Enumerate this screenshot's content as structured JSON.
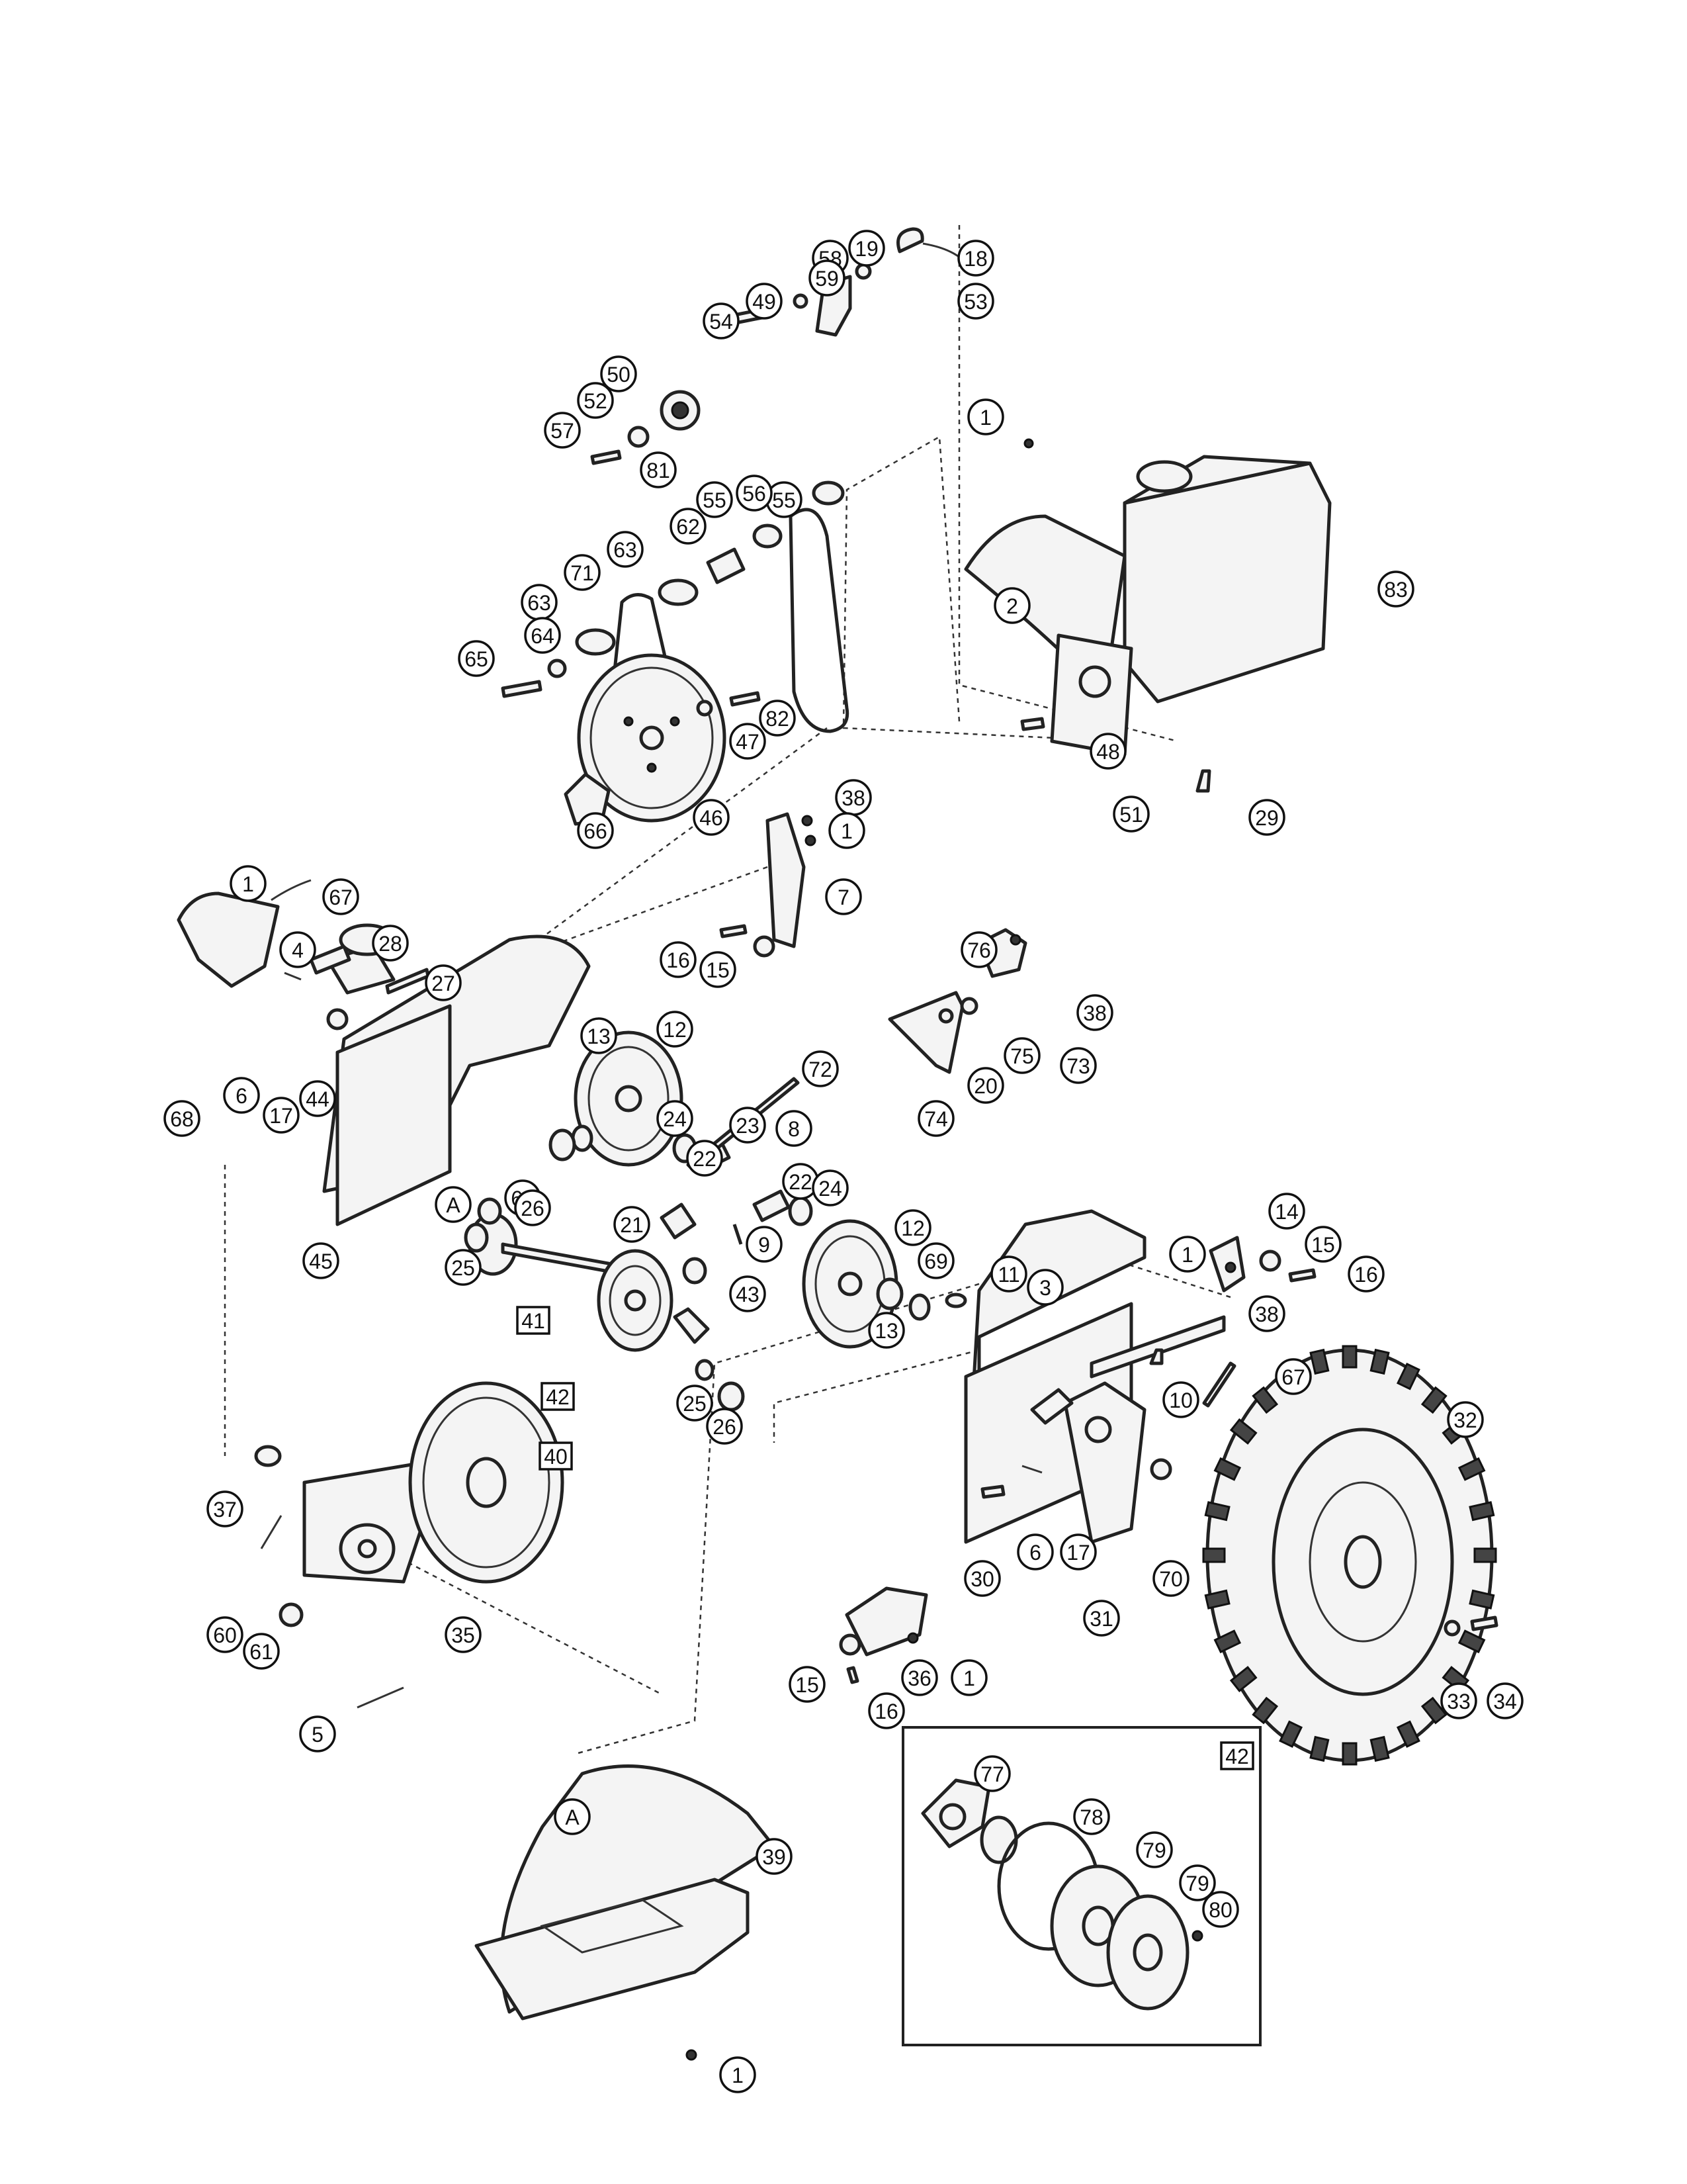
{
  "diagram": {
    "callouts": [
      {
        "label": "18"
      },
      {
        "label": "19"
      },
      {
        "label": "53"
      },
      {
        "label": "58"
      },
      {
        "label": "59"
      },
      {
        "label": "49"
      },
      {
        "label": "54"
      },
      {
        "label": "50"
      },
      {
        "label": "52"
      },
      {
        "label": "57"
      },
      {
        "label": "81"
      },
      {
        "label": "1"
      },
      {
        "label": "55"
      },
      {
        "label": "56"
      },
      {
        "label": "55"
      },
      {
        "label": "62"
      },
      {
        "label": "63"
      },
      {
        "label": "71"
      },
      {
        "label": "63"
      },
      {
        "label": "64"
      },
      {
        "label": "65"
      },
      {
        "label": "2"
      },
      {
        "label": "83"
      },
      {
        "label": "82"
      },
      {
        "label": "47"
      },
      {
        "label": "48"
      },
      {
        "label": "51"
      },
      {
        "label": "29"
      },
      {
        "label": "46"
      },
      {
        "label": "66"
      },
      {
        "label": "38"
      },
      {
        "label": "1"
      },
      {
        "label": "7"
      },
      {
        "label": "1"
      },
      {
        "label": "67"
      },
      {
        "label": "4"
      },
      {
        "label": "28"
      },
      {
        "label": "27"
      },
      {
        "label": "16"
      },
      {
        "label": "15"
      },
      {
        "label": "76"
      },
      {
        "label": "38"
      },
      {
        "label": "73"
      },
      {
        "label": "72"
      },
      {
        "label": "75"
      },
      {
        "label": "20"
      },
      {
        "label": "74"
      },
      {
        "label": "6"
      },
      {
        "label": "17"
      },
      {
        "label": "44"
      },
      {
        "label": "68"
      },
      {
        "label": "13"
      },
      {
        "label": "12"
      },
      {
        "label": "69"
      },
      {
        "label": "24"
      },
      {
        "label": "22"
      },
      {
        "label": "23"
      },
      {
        "label": "8"
      },
      {
        "label": "A"
      },
      {
        "label": "45"
      },
      {
        "label": "26"
      },
      {
        "label": "25"
      },
      {
        "label": "21"
      },
      {
        "label": "9"
      },
      {
        "label": "22"
      },
      {
        "label": "24"
      },
      {
        "label": "12"
      },
      {
        "label": "43"
      },
      {
        "label": "69"
      },
      {
        "label": "13"
      },
      {
        "label": "25"
      },
      {
        "label": "26"
      },
      {
        "label": "14"
      },
      {
        "label": "15"
      },
      {
        "label": "16"
      },
      {
        "label": "1"
      },
      {
        "label": "38"
      },
      {
        "label": "11"
      },
      {
        "label": "3"
      },
      {
        "label": "10"
      },
      {
        "label": "67"
      },
      {
        "label": "32"
      },
      {
        "label": "37"
      },
      {
        "label": "60"
      },
      {
        "label": "61"
      },
      {
        "label": "35"
      },
      {
        "label": "5"
      },
      {
        "label": "30"
      },
      {
        "label": "6"
      },
      {
        "label": "17"
      },
      {
        "label": "31"
      },
      {
        "label": "70"
      },
      {
        "label": "15"
      },
      {
        "label": "36"
      },
      {
        "label": "1"
      },
      {
        "label": "16"
      },
      {
        "label": "33"
      },
      {
        "label": "34"
      },
      {
        "label": "A"
      },
      {
        "label": "39"
      },
      {
        "label": "1"
      },
      {
        "label": "77"
      },
      {
        "label": "78"
      },
      {
        "label": "79"
      },
      {
        "label": "79"
      },
      {
        "label": "80"
      }
    ],
    "boxed_callouts": [
      {
        "label": "41"
      },
      {
        "label": "42"
      },
      {
        "label": "40"
      },
      {
        "label": "42"
      }
    ]
  }
}
